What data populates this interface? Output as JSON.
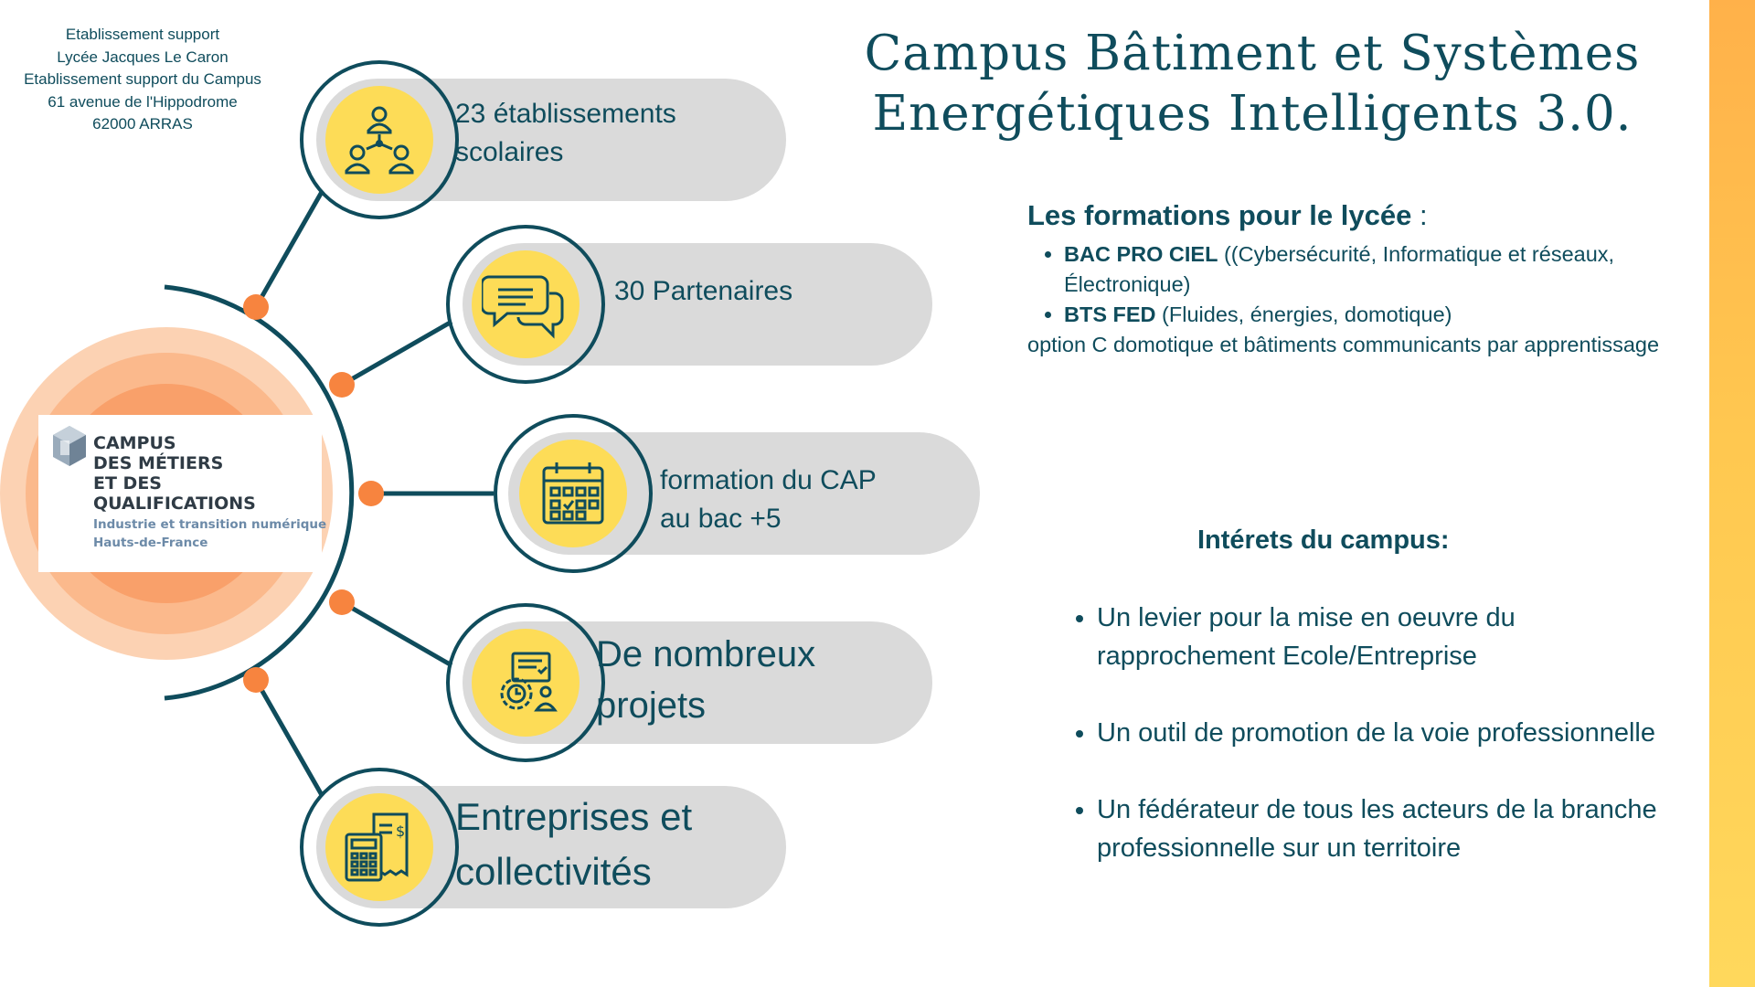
{
  "address": {
    "line1": "Etablissement support",
    "line2": "Lycée Jacques Le Caron",
    "line3": "Etablissement support du Campus",
    "line4": "61 avenue de l'Hippodrome",
    "line5": "62000 ARRAS"
  },
  "logo": {
    "line1": "CAMPUS",
    "line2": "DES MÉTIERS",
    "line3": "ET DES",
    "line4": "QUALIFICATIONS",
    "subtitle": "Industrie et transition numérique",
    "region": "Hauts-de-France"
  },
  "hub": {
    "items": [
      {
        "line1": "23 établissements",
        "line2": "scolaires",
        "icon": "people-network-icon"
      },
      {
        "line1": "30 Partenaires",
        "line2": "",
        "icon": "chat-bubbles-icon"
      },
      {
        "line1": "formation du CAP",
        "line2": "au bac +5",
        "icon": "calendar-icon"
      },
      {
        "line1": "De nombreux",
        "line2": "projets",
        "icon": "project-gear-icon"
      },
      {
        "line1": "Entreprises et",
        "line2": "collectivités",
        "icon": "calculator-invoice-icon"
      }
    ]
  },
  "title": {
    "line1": "Campus  Bâtiment et Systèmes",
    "line2": "Energétiques Intelligents 3.0."
  },
  "formations": {
    "heading": "Les formations pour le lycée",
    "colon": " :",
    "items": [
      {
        "bold": "BAC PRO CIEL",
        "rest": " ((Cybersécurité, Informatique et réseaux, Électronique)"
      },
      {
        "bold": "BTS FED",
        "rest": " (Fluides, énergies, domotique)"
      }
    ],
    "option": "option C domotique et bâtiments communicants par apprentissage"
  },
  "interets": {
    "heading": "Intérets du campus:",
    "items": [
      "Un levier pour la mise en oeuvre du rapprochement Ecole/Entreprise",
      "Un outil de promotion de la voie professionnelle",
      "Un fédérateur de tous les acteurs de la branche professionnelle sur un territoire"
    ]
  },
  "colors": {
    "teal": "#0f4c5c",
    "orange_dot": "#f7843f",
    "yellow": "#fddc57",
    "pill_gray": "#dadada"
  }
}
